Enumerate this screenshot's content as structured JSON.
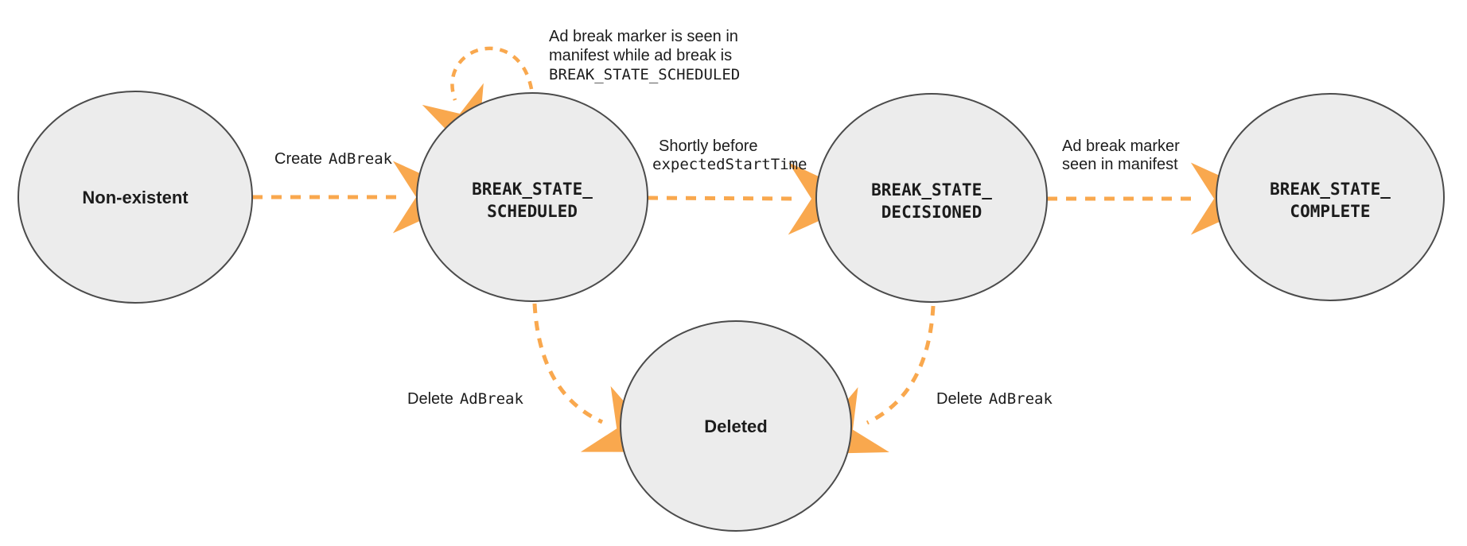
{
  "colors": {
    "arrow": "#F9A84E",
    "circle_fill": "#ECECEC",
    "circle_stroke": "#4B4B4B",
    "text": "#1C1C1C"
  },
  "states": {
    "non_existent": {
      "label": "Non-existent"
    },
    "scheduled": {
      "line1": "BREAK_STATE_",
      "line2": "SCHEDULED"
    },
    "decisioned": {
      "line1": "BREAK_STATE_",
      "line2": "DECISIONED"
    },
    "complete": {
      "line1": "BREAK_STATE_",
      "line2": "COMPLETE"
    },
    "deleted": {
      "label": "Deleted"
    }
  },
  "transitions": {
    "create": {
      "prefix": "Create",
      "code": "AdBreak"
    },
    "self_loop": {
      "line1": "Ad break marker is seen in",
      "line2": "manifest while ad break is",
      "line3": "BREAK_STATE_SCHEDULED"
    },
    "to_decisioned": {
      "line1": "Shortly before",
      "code": "expectedStartTime"
    },
    "to_complete": {
      "line1": "Ad break marker",
      "line2": "seen in manifest"
    },
    "delete_from_scheduled": {
      "prefix": "Delete",
      "code": "AdBreak"
    },
    "delete_from_decisioned": {
      "prefix": "Delete",
      "code": "AdBreak"
    }
  }
}
